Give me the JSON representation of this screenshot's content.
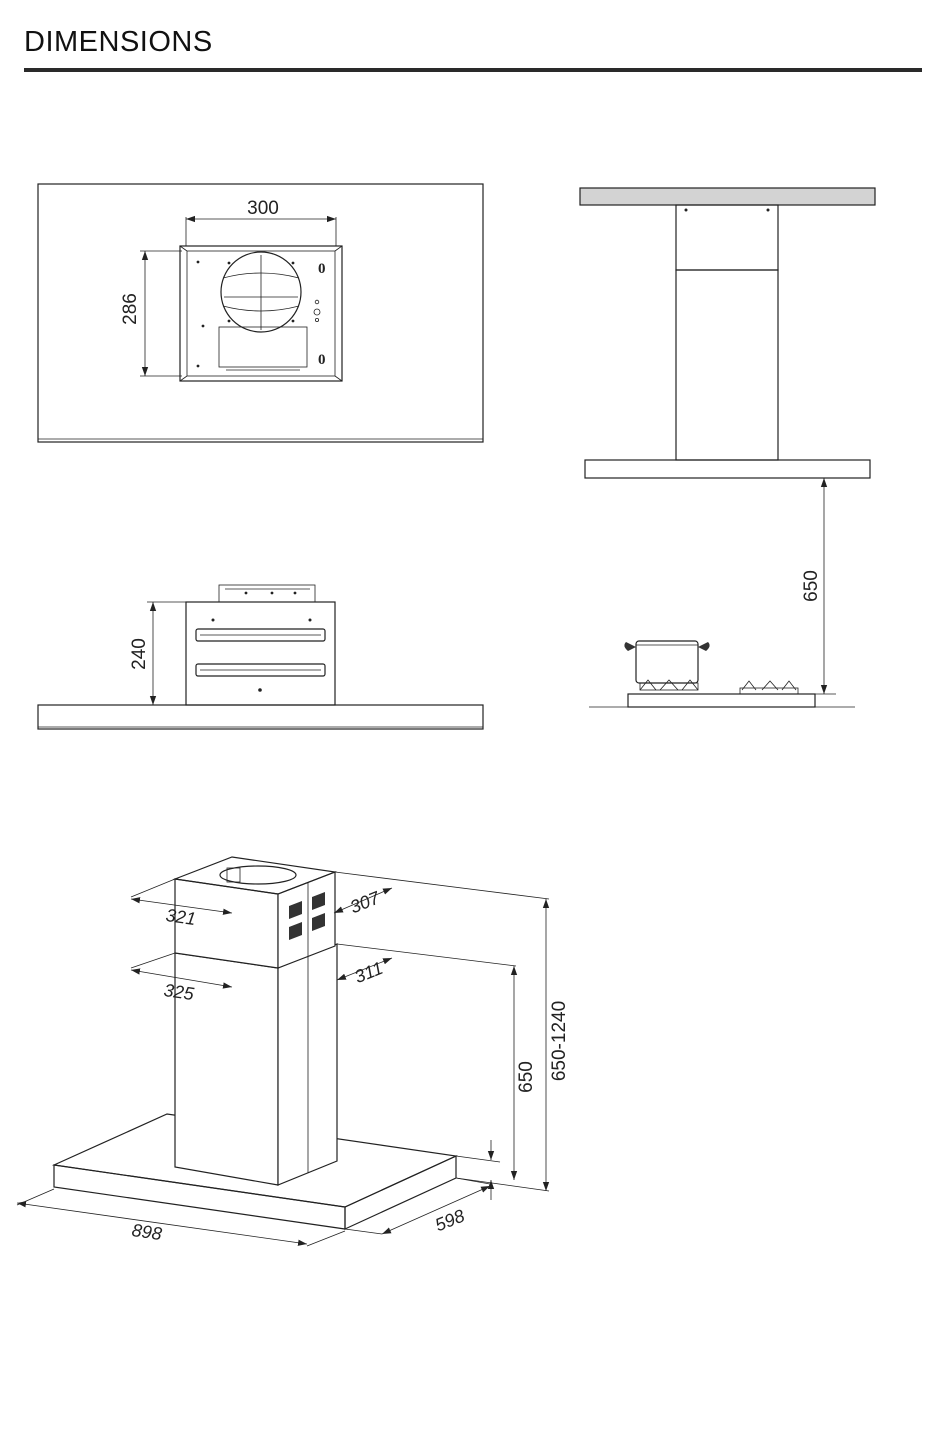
{
  "header": {
    "title": "DIMENSIONS"
  },
  "colors": {
    "line": "#222222",
    "ceiling": "#d3d3d3",
    "vent": "#333333"
  },
  "views": {
    "top": {
      "width": "300",
      "depth": "286"
    },
    "side": {
      "height": "240"
    },
    "installed": {
      "height_above_hob": "650"
    },
    "iso": {
      "upper_width": "321",
      "upper_depth": "307",
      "lower_width": "325",
      "lower_depth": "311",
      "chimney_height": "650",
      "total_height": "650-1240",
      "hood_width": "898",
      "hood_depth": "598"
    }
  }
}
